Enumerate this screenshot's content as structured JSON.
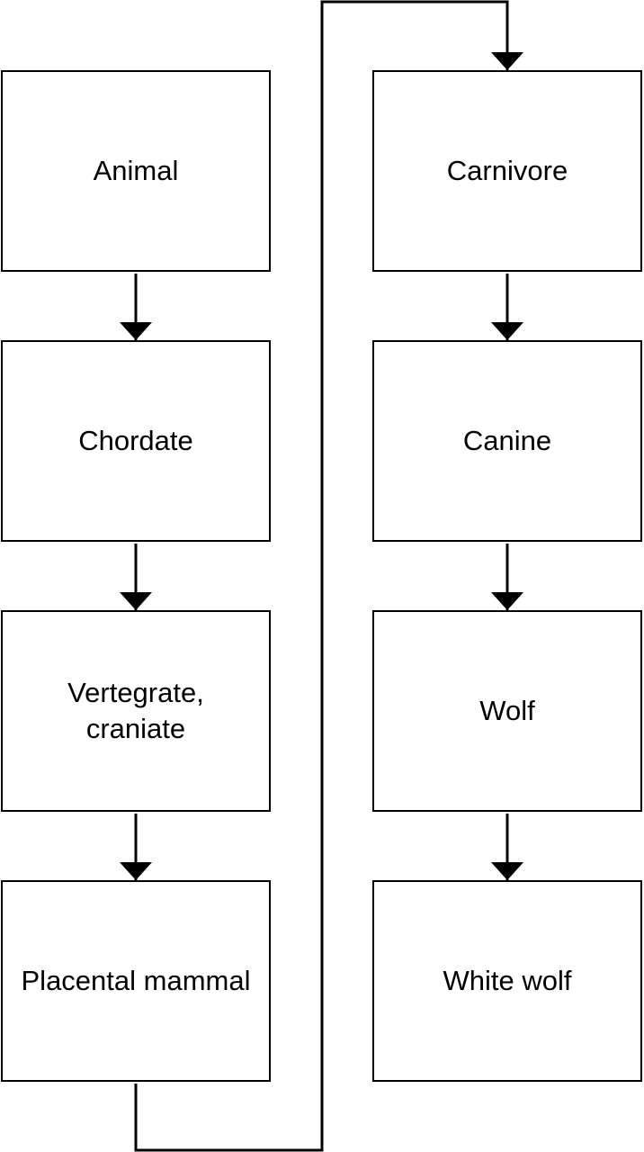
{
  "nodes": {
    "animal": "Animal",
    "chordate": "Chordate",
    "vertebrate": "Vertegrate,\ncraniate",
    "placental": "Placental mammal",
    "carnivore": "Carnivore",
    "canine": "Canine",
    "wolf": "Wolf",
    "white_wolf": "White wolf"
  },
  "colors": {
    "line": "#000000",
    "box_fill": "#ffffff"
  }
}
